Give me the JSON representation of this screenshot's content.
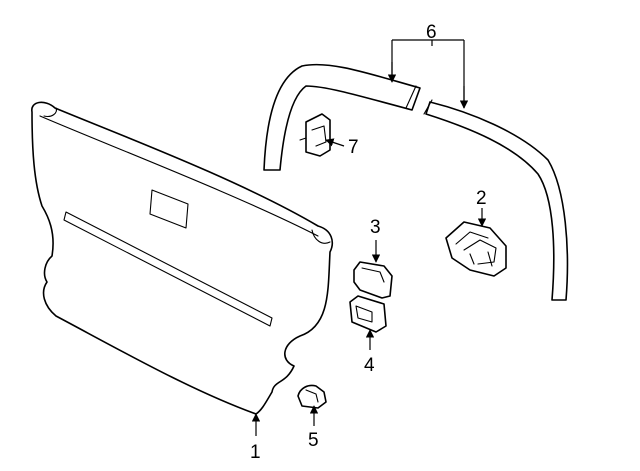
{
  "diagram": {
    "colors": {
      "line": "#000000",
      "fill": "#ffffff",
      "background": "#ffffff"
    },
    "callouts": [
      {
        "id": "1",
        "label": "1"
      },
      {
        "id": "2",
        "label": "2"
      },
      {
        "id": "3",
        "label": "3"
      },
      {
        "id": "4",
        "label": "4"
      },
      {
        "id": "5",
        "label": "5"
      },
      {
        "id": "6",
        "label": "6"
      },
      {
        "id": "7",
        "label": "7"
      }
    ]
  }
}
